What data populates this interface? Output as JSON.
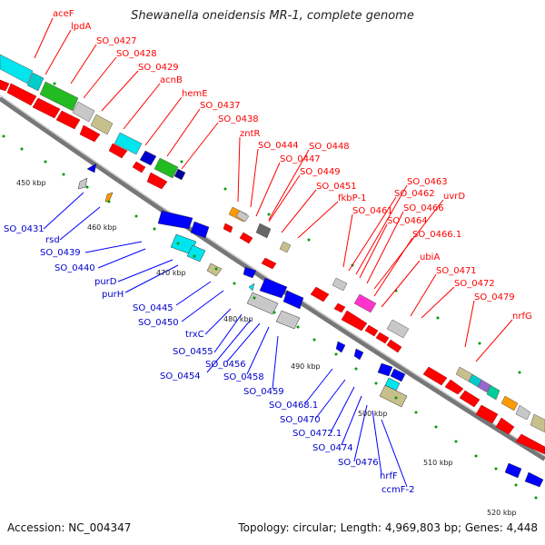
{
  "title": "Shewanella oneidensis MR-1, complete genome",
  "footer": {
    "accession": "Accession: NC_004347",
    "summary": "Topology: circular; Length: 4,969,803 bp; Genes: 4,448"
  },
  "colors": {
    "red": "#ff0000",
    "blue": "#0000ff",
    "green": "#00aa00",
    "cyan": "#00ffff",
    "gray": "#c8c8c8",
    "olive": "#c8c08c",
    "orange": "#ff9900",
    "magenta": "#ff00cc",
    "darkgray": "#666666",
    "teal": "#00ccaa",
    "purple": "#9966cc",
    "backbone": "#777777",
    "tick": "#009900"
  },
  "scale_labels": [
    "450 kbp",
    "460 kbp",
    "470 kbp",
    "480 kbp",
    "490 kbp",
    "500 kbp",
    "510 kbp",
    "520 kbp"
  ],
  "forward_labels": [
    "aceF",
    "lpdA",
    "SO_0427",
    "SO_0428",
    "SO_0429",
    "acnB",
    "hemE",
    "SO_0437",
    "SO_0438",
    "zntR",
    "SO_0444",
    "SO_0447",
    "SO_0448",
    "SO_0449",
    "SO_0451",
    "fkbP-1",
    "SO_0461",
    "SO_0462",
    "SO_0463",
    "SO_0464",
    "SO_0466",
    "uvrD",
    "SO_0466.1",
    "ubiA",
    "SO_0471",
    "SO_0472",
    "SO_0479",
    "nrfG"
  ],
  "reverse_labels": [
    "SO_0431",
    "rsd",
    "SO_0439",
    "SO_0440",
    "purD",
    "purH",
    "SO_0445",
    "SO_0450",
    "trxC",
    "SO_0455",
    "SO_0454",
    "SO_0456",
    "SO_0458",
    "SO_0459",
    "SO_0468.1",
    "SO_0470",
    "SO_0472.1",
    "SO_0474",
    "SO_0476",
    "nrfF",
    "ccmF-2"
  ]
}
